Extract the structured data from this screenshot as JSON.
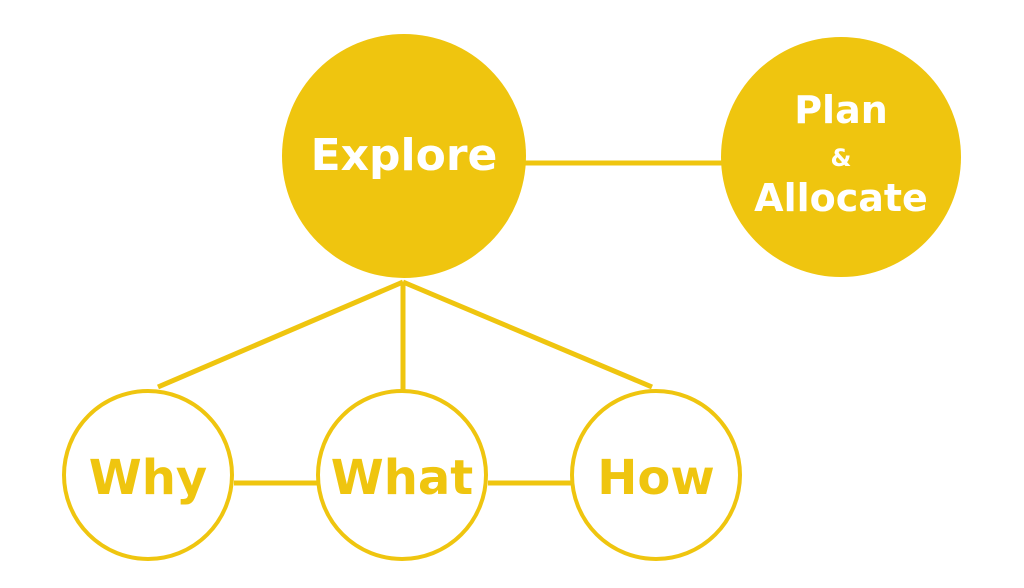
{
  "colors": {
    "accent": "#efc50f",
    "filled_text": "#ffffff",
    "background": "#ffffff"
  },
  "nodes": {
    "explore": {
      "label": "Explore"
    },
    "plan": {
      "line1": "Plan",
      "line2": "&",
      "line3": "Allocate"
    },
    "why": {
      "label": "Why"
    },
    "what": {
      "label": "What"
    },
    "how": {
      "label": "How"
    }
  }
}
